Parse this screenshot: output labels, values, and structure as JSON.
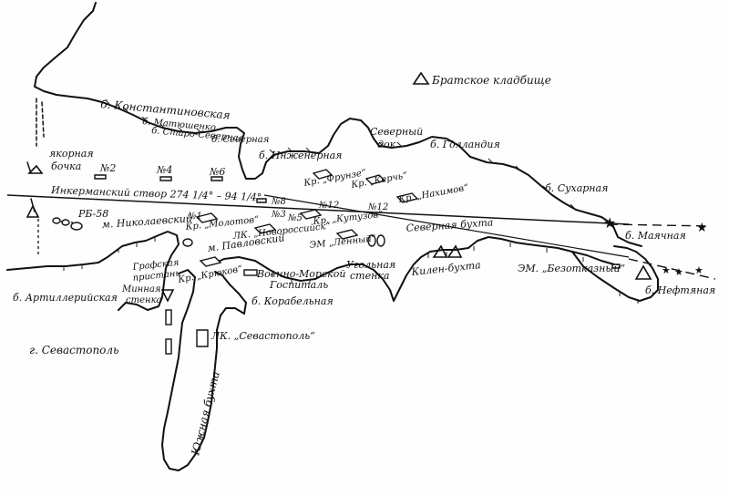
{
  "map": {
    "city": "г. Севастополь",
    "bays": {
      "konstantinovskaya": "б. Константиновская",
      "matyushenko": "б. Матюшенко",
      "staro_severnaya": "б. Старо-Северная",
      "severnaya_b": "б. Северная",
      "inzhenernaya": "б. Инженерная",
      "severny_dok_1": "Северный",
      "severny_dok_2": "док",
      "gollandiya": "б. Голландия",
      "sukharnaya": "б. Сухарная",
      "mayachnaya": "б. Маячная",
      "neftyanaya": "б. Нефтяная",
      "artilleriyskaya": "б. Артиллерийская",
      "korabelnaya": "б. Корабельная",
      "yuzhnaya": "Южная бухта",
      "severnaya_bukhta": "Северная бухта",
      "kilen": "Килен-бухта",
      "ugolnaya_1": "Угольная",
      "ugolnaya_2": "стенка"
    },
    "capes": {
      "nikolaevsky": "м. Николаевский",
      "pavlovsky": "м. Павловский"
    },
    "landmarks": {
      "cemetery": "Братское кладбище",
      "anchor_buoy_1": "якорная",
      "anchor_buoy_2": "бочка",
      "inkerman_line": "Инкерманский створ  274 1/4° – 94 1/4°",
      "rb": "РБ-58",
      "grafskaya_1": "Графская",
      "grafskaya_2": "пристань",
      "minnaya_1": "Минная",
      "minnaya_2": "стенка",
      "hospital_1": "Военно-Морской",
      "hospital_2": "Госпиталь"
    },
    "ships": {
      "frunze": "Кр. „Фрунзе“",
      "kerch": "Кр. „Керчь“",
      "nakhimov": "Кр. „Нахимов“",
      "molotov": "Кр. „Молотов“",
      "novorossiysk": "ЛК. „Новороссийск“",
      "kutuzov": "Кр. „Кутузов“",
      "lenin": "ЭМ „Ленный“",
      "kryukov": "Кр. „Крюков“",
      "sevastopol": "ЛК. „Севастополь“",
      "bezotkazny": "ЭМ. „Безотказный“"
    },
    "berths": {
      "n2": "№2",
      "n4": "№4",
      "n6": "№6",
      "n8": "№8",
      "n12a": "№12",
      "n12b": "№12",
      "n1": "№1",
      "n3": "№3",
      "n5": "№5"
    }
  }
}
